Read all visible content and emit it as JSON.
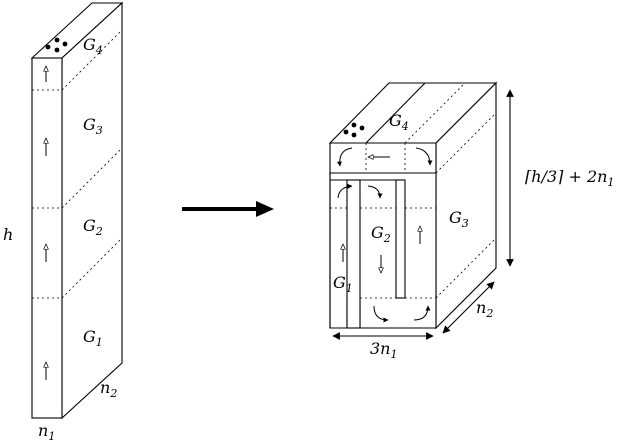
{
  "left_block": {
    "height_label": "h",
    "width_label": "n",
    "width_sub": "1",
    "depth_label": "n",
    "depth_sub": "2",
    "groups": [
      {
        "name": "G",
        "sub": "4"
      },
      {
        "name": "G",
        "sub": "3"
      },
      {
        "name": "G",
        "sub": "2"
      },
      {
        "name": "G",
        "sub": "1"
      }
    ]
  },
  "right_block": {
    "height_label": "⌈h/3⌉ + 2n",
    "height_sub": "1",
    "width_label": "3n",
    "width_sub": "1",
    "depth_label": "n",
    "depth_sub": "2",
    "groups": [
      {
        "name": "G",
        "sub": "4"
      },
      {
        "name": "G",
        "sub": "3"
      },
      {
        "name": "G",
        "sub": "2"
      },
      {
        "name": "G",
        "sub": "1"
      }
    ]
  }
}
